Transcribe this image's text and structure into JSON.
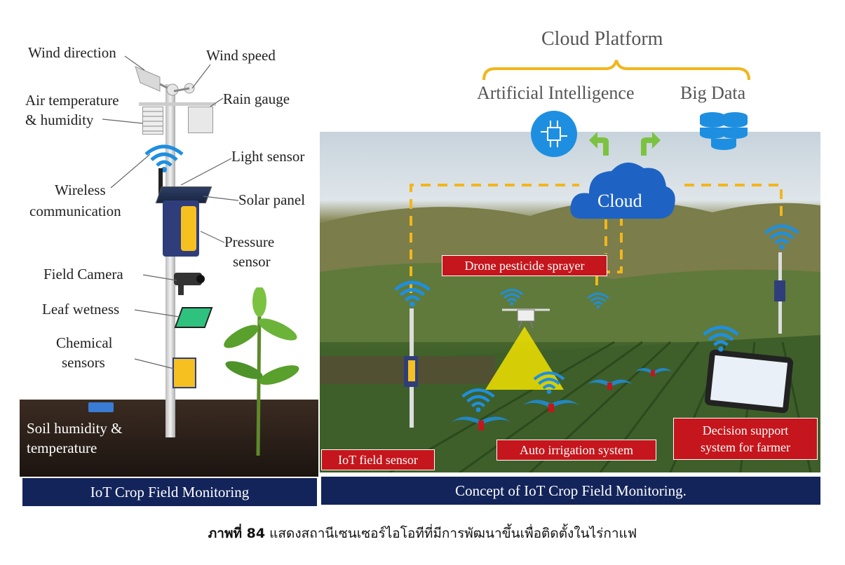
{
  "left_panel": {
    "labels": {
      "wind_direction": "Wind direction",
      "wind_speed": "Wind speed",
      "air_temp": "Air temperature",
      "air_humidity": "& humidity",
      "rain_gauge": "Rain gauge",
      "light_sensor": "Light sensor",
      "wireless_1": "Wireless",
      "wireless_2": "communication",
      "solar_panel": "Solar panel",
      "pressure_1": "Pressure",
      "pressure_2": "sensor",
      "field_camera": "Field Camera",
      "leaf_wetness": "Leaf wetness",
      "chemical_1": "Chemical",
      "chemical_2": "sensors",
      "soil_1": "Soil humidity &",
      "soil_2": "temperature"
    },
    "banner": "IoT Crop Field Monitoring"
  },
  "right_panel": {
    "cloud_platform": "Cloud Platform",
    "ai": "Artificial Intelligence",
    "big_data": "Big Data",
    "cloud": "Cloud",
    "drone": "Drone pesticide sprayer",
    "iot_field_sensor": "IoT field sensor",
    "auto_irrigation": "Auto irrigation system",
    "decision_1": "Decision support",
    "decision_2": "system for farmer",
    "banner": "Concept of IoT Crop Field Monitoring."
  },
  "caption": {
    "prefix": "ภาพที่ 84",
    "text": " แสดงสถานีเซนเซอร์ไอโอทีที่มีการพัฒนาขึ้นเพื่อติดตั้งในไร่กาแฟ"
  },
  "colors": {
    "navy": "#13245b",
    "red_label": "#c4161c",
    "wifi_blue": "#1e8fe0",
    "dash_yellow": "#f2b61c",
    "arrow_green": "#7cc241"
  }
}
